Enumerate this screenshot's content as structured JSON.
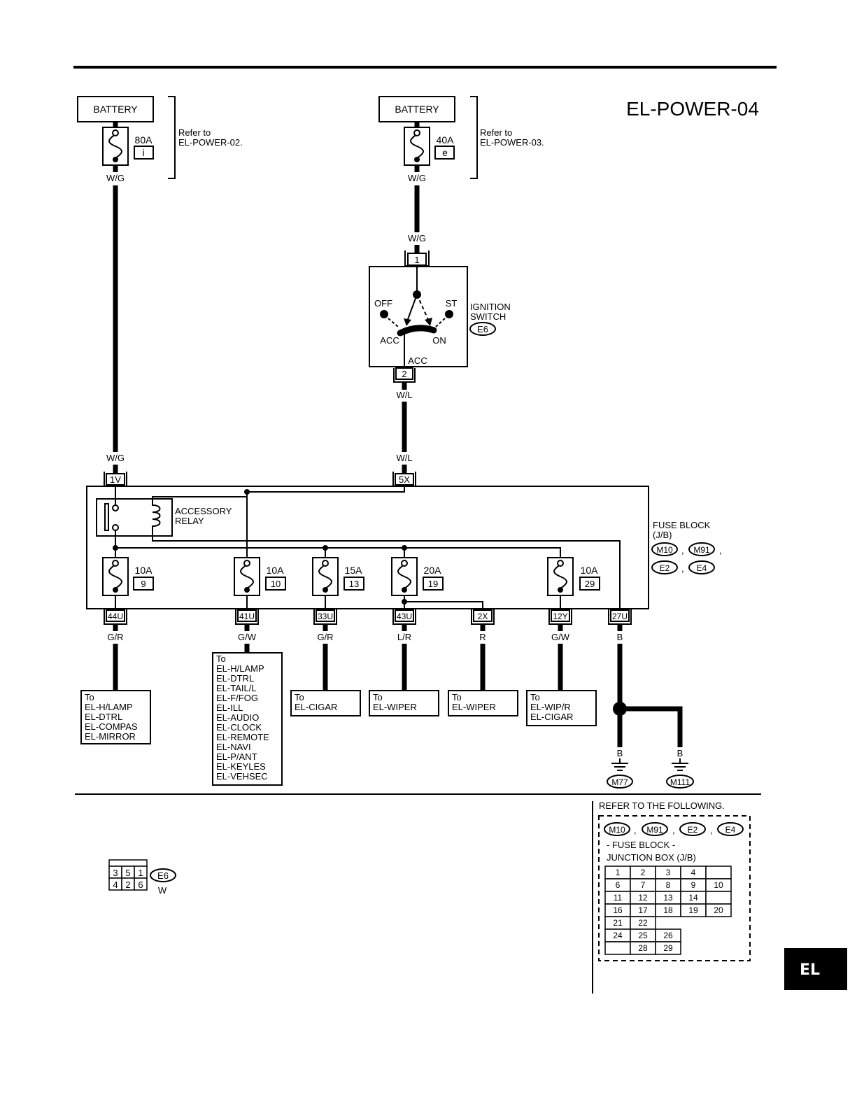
{
  "page": {
    "title": "EL-POWER-04",
    "section_tab": "EL"
  },
  "batteries": [
    {
      "label": "BATTERY",
      "fuse_rating": "80A",
      "fuse_id": "i",
      "wire": "W/G",
      "refer": [
        "Refer to",
        "EL-POWER-02."
      ]
    },
    {
      "label": "BATTERY",
      "fuse_rating": "40A",
      "fuse_id": "e",
      "wire": "W/G",
      "refer": [
        "Refer to",
        "EL-POWER-03."
      ]
    }
  ],
  "ignition_switch": {
    "input_wire": "W/G",
    "input_pin": "1",
    "positions": {
      "off": "OFF",
      "st": "ST",
      "acc": "ACC",
      "on": "ON"
    },
    "output_label": "ACC",
    "output_pin": "2",
    "output_wire": "W/L",
    "name": [
      "IGNITION",
      "SWITCH"
    ],
    "connector": "E6"
  },
  "fuse_block": {
    "label": [
      "FUSE BLOCK",
      "(J/B)"
    ],
    "connectors": [
      "M10",
      "M91",
      "E2",
      "E4"
    ],
    "separator": ",",
    "inputs": [
      {
        "wire": "W/G",
        "pin": "1V"
      },
      {
        "wire": "W/L",
        "pin": "5X"
      }
    ],
    "relay": [
      "ACCESSORY",
      "RELAY"
    ],
    "fuses": [
      {
        "rating": "10A",
        "number": "9"
      },
      {
        "rating": "10A",
        "number": "10"
      },
      {
        "rating": "15A",
        "number": "13"
      },
      {
        "rating": "20A",
        "number": "19"
      },
      {
        "rating": "10A",
        "number": "29"
      }
    ],
    "outputs": [
      {
        "pin": "44U",
        "wire": "G/R"
      },
      {
        "pin": "41U",
        "wire": "G/W"
      },
      {
        "pin": "33U",
        "wire": "G/R"
      },
      {
        "pin": "43U",
        "wire": "L/R"
      },
      {
        "pin": "2X",
        "wire": "R"
      },
      {
        "pin": "12Y",
        "wire": "G/W"
      },
      {
        "pin": "27U",
        "wire": "B"
      }
    ]
  },
  "destinations": [
    [
      "To",
      "EL-H/LAMP",
      "EL-DTRL",
      "EL-COMPAS",
      "EL-MIRROR"
    ],
    [
      "To",
      "EL-H/LAMP",
      "EL-DTRL",
      "EL-TAIL/L",
      "EL-F/FOG",
      "EL-ILL",
      "EL-AUDIO",
      "EL-CLOCK",
      "EL-REMOTE",
      "EL-NAVI",
      "EL-P/ANT",
      "EL-KEYLES",
      "EL-VEHSEC"
    ],
    [
      "To",
      "EL-CIGAR"
    ],
    [
      "To",
      "EL-WIPER"
    ],
    [
      "To",
      "EL-WIPER"
    ],
    [
      "To",
      "EL-WIP/R",
      "EL-CIGAR"
    ]
  ],
  "grounds": [
    {
      "wire": "B",
      "connector": "M77"
    },
    {
      "wire": "B",
      "connector": "M111"
    }
  ],
  "reference": {
    "heading": "REFER TO THE FOLLOWING.",
    "connectors": [
      "M10",
      "M91",
      "E2",
      "E4"
    ],
    "separator": ",",
    "title": [
      "- FUSE BLOCK -",
      "JUNCTION BOX (J/B)"
    ],
    "terminal_grid": [
      [
        "1",
        "2",
        "3",
        "4",
        ""
      ],
      [
        "6",
        "7",
        "8",
        "9",
        "10"
      ],
      [
        "11",
        "12",
        "13",
        "14",
        ""
      ],
      [
        "16",
        "17",
        "18",
        "19",
        "20"
      ],
      [
        "21",
        "22"
      ],
      [
        "24",
        "25",
        "26"
      ],
      [
        "",
        "28",
        "29"
      ]
    ]
  },
  "connector_e6": {
    "terminals": [
      [
        "3",
        "5",
        "1"
      ],
      [
        "4",
        "2",
        "6"
      ]
    ],
    "name": "E6",
    "color": "W"
  }
}
